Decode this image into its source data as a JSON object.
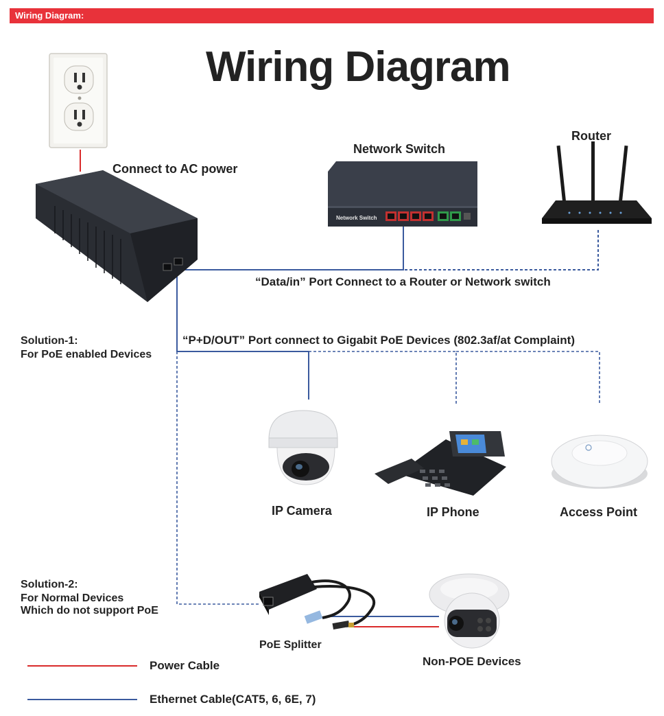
{
  "banner": {
    "text": "Wiring Diagram:"
  },
  "title": "Wiring Diagram",
  "labels": {
    "ac_power": "Connect to AC power",
    "network_switch": "Network Switch",
    "router": "Router",
    "data_in": "“Data/in” Port Connect to a Router or Network switch",
    "pd_out": "“P+D/OUT” Port connect to Gigabit PoE Devices (802.3af/at Complaint)",
    "solution1_line1": "Solution-1:",
    "solution1_line2": "For PoE enabled Devices",
    "ip_camera": "IP Camera",
    "ip_phone": "IP Phone",
    "access_point": "Access Point",
    "solution2_line1": "Solution-2:",
    "solution2_line2": "For Normal Devices",
    "solution2_line3": "Which do not support PoE",
    "poe_splitter": "PoE Splitter",
    "non_poe_devices": "Non-POE Devices",
    "switch_brand": "Network Switch",
    "legend_power": "Power Cable",
    "legend_ethernet": "Ethernet Cable(CAT5, 6, 6E, 7)"
  },
  "colors": {
    "banner": "#e8323a",
    "power_cable": "#d92a2a",
    "ethernet_cable": "#3a5a9e"
  }
}
